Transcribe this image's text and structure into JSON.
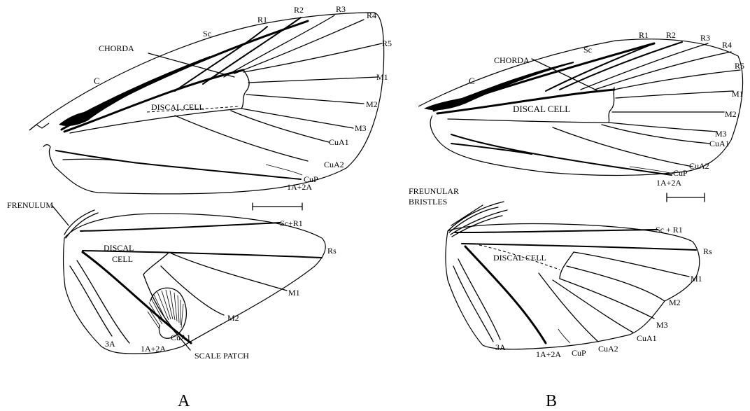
{
  "panel_a": {
    "letter": "A",
    "forewing": {
      "labels": {
        "c": "C",
        "sc": "Sc",
        "r1": "R1",
        "r2": "R2",
        "r3": "R3",
        "r4": "R4",
        "r5": "R5",
        "m1": "M1",
        "m2": "M2",
        "m3": "M3",
        "cua1": "CuA1",
        "cua2": "CuA2",
        "cup": "CuP",
        "a1a2": "1A+2A",
        "chorda": "CHORDA",
        "discal_cell": "DISCAL CELL"
      }
    },
    "hindwing": {
      "labels": {
        "frenulum": "FRENULUM",
        "scr1": "Sc+R1",
        "rs": "Rs",
        "discal_1": "DISCAL",
        "discal_2": "CELL",
        "m1": "M1",
        "m2": "M2",
        "cua1": "CuA1",
        "a3": "3A",
        "a1a2": "1A+2A",
        "scale_patch": "SCALE PATCH"
      }
    }
  },
  "panel_b": {
    "letter": "B",
    "forewing": {
      "labels": {
        "c": "C",
        "sc": "Sc",
        "r1": "R1",
        "r2": "R2",
        "r3": "R3",
        "r4": "R4",
        "r5": "R5",
        "m1": "M1",
        "m2": "M2",
        "m3": "M3",
        "cua1": "CuA1",
        "cua2": "CuA2",
        "cup": "CuP",
        "a1a2": "1A+2A",
        "chorda": "CHORDA",
        "discal_cell": "DISCAL CELL"
      }
    },
    "hindwing": {
      "labels": {
        "bristles_1": "FREUNULAR",
        "bristles_2": "BRISTLES",
        "scr1": "Sc + R1",
        "rs": "Rs",
        "discal_cell": "DISCAL CELL",
        "m1": "M1",
        "m2": "M2",
        "m3": "M3",
        "cua1": "CuA1",
        "cua2": "CuA2",
        "cup": "CuP",
        "a3": "3A",
        "a1a2": "1A+2A"
      }
    }
  }
}
